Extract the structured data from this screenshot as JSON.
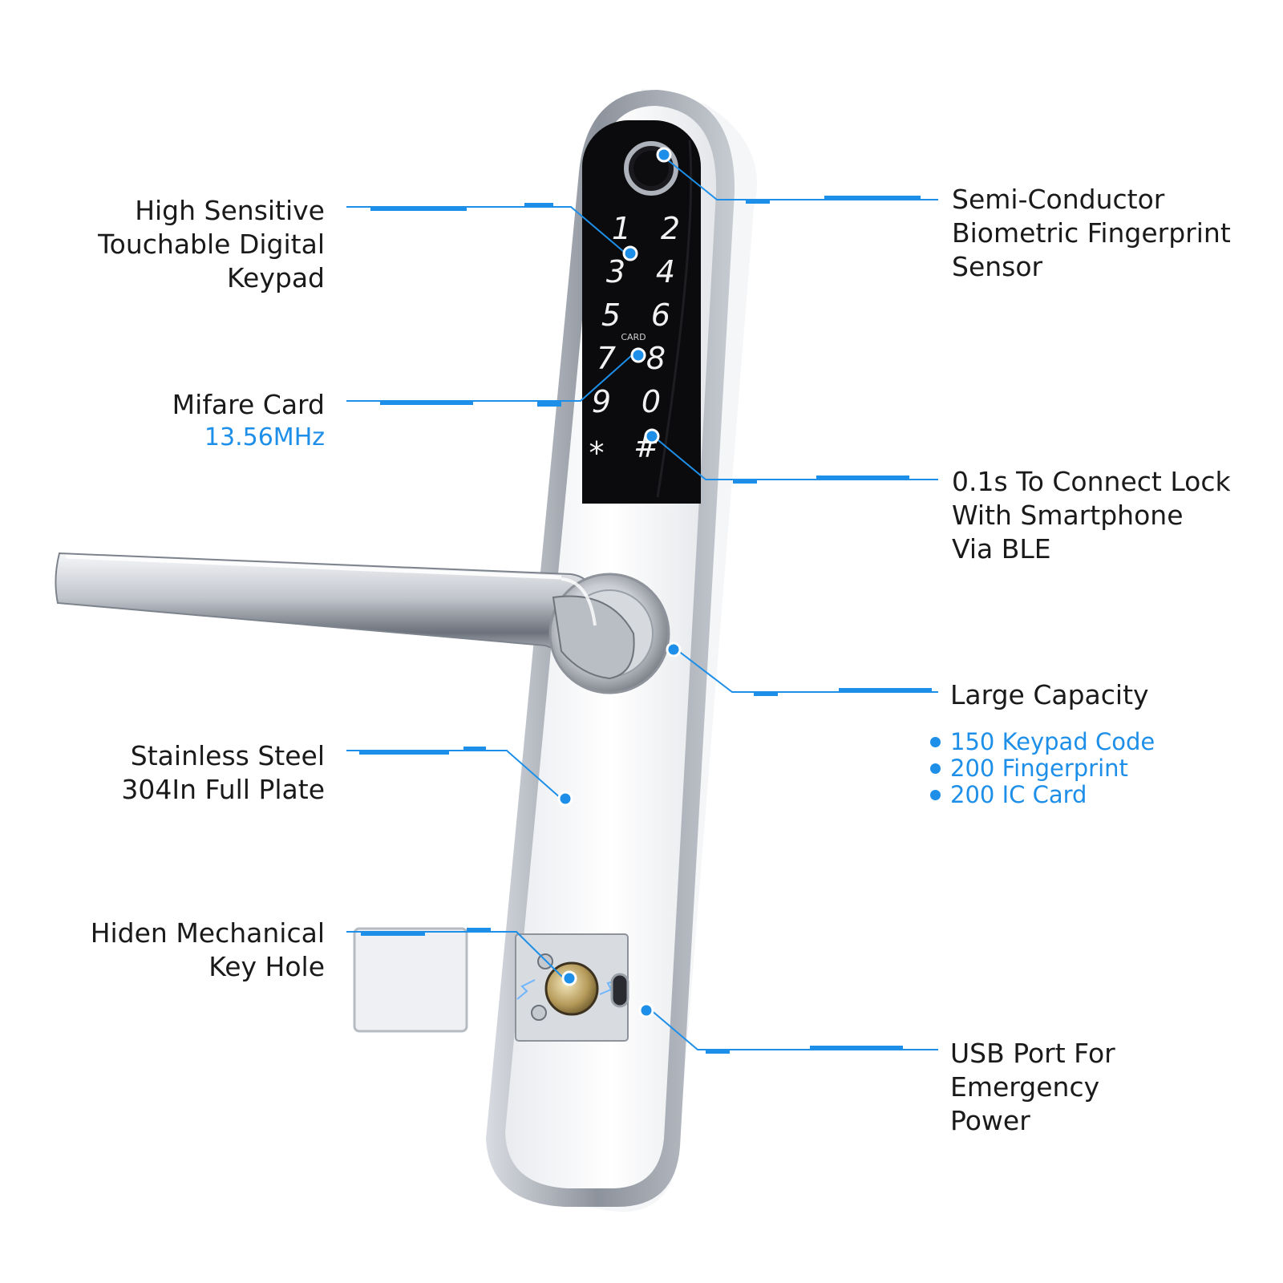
{
  "left_labels": {
    "keypad": [
      "High Sensitive",
      "Touchable Digital",
      "Keypad"
    ],
    "card": [
      "Mifare Card"
    ],
    "card_frequency": "13.56MHz",
    "plate": [
      "Stainless Steel",
      "304In Full Plate"
    ],
    "keyhole": [
      "Hiden Mechanical",
      "Key Hole"
    ]
  },
  "right_labels": {
    "fingerprint": [
      "Semi-Conductor",
      "Biometric Fingerprint",
      "Sensor"
    ],
    "ble": [
      "0.1s To Connect Lock",
      "With Smartphone",
      "Via BLE"
    ],
    "capacity": [
      "Large Capacity"
    ],
    "capacity_items": [
      "150 Keypad Code",
      "200 Fingerprint",
      "200 IC Card"
    ],
    "usb": [
      "USB Port For",
      "Emergency",
      "Power"
    ]
  },
  "keypad_keys": [
    "1",
    "2",
    "3",
    "4",
    "5",
    "6",
    "7",
    "8",
    "9",
    "0",
    "*",
    "#"
  ],
  "card_mark": "CARD",
  "colors": {
    "accent": "#1e8fe8",
    "text": "#1a1a1a",
    "keypad": "#0b0b0d",
    "steel": "#f4f5f7"
  }
}
